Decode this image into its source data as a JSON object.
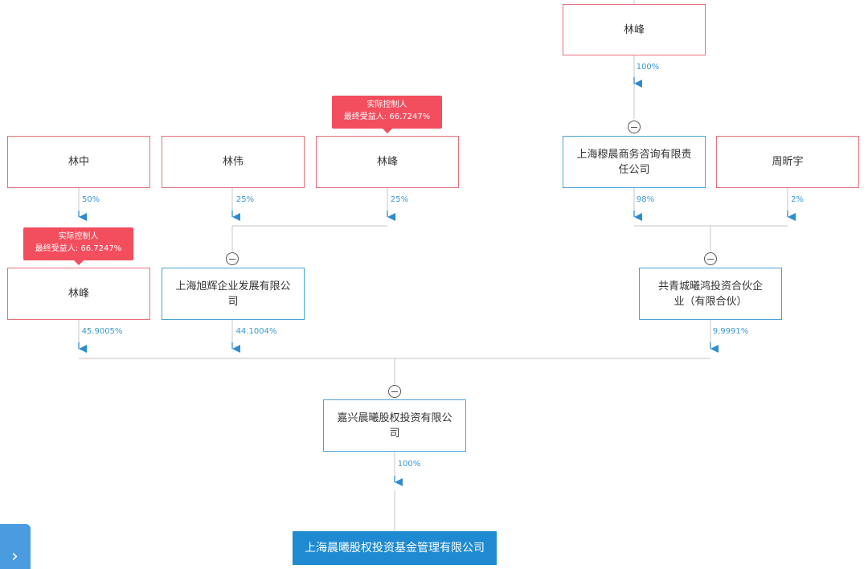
{
  "nodes": {
    "lin_feng_top": {
      "name": "林峰"
    },
    "lin_zhong": {
      "name": "林中"
    },
    "lin_wei": {
      "name": "林伟"
    },
    "lin_feng_mid": {
      "name": "林峰"
    },
    "shanghai_mu_chen": {
      "name": "上海穆晨商务咨询有限责任公司"
    },
    "zhou_xinyu": {
      "name": "周昕宇"
    },
    "lin_feng_left": {
      "name": "林峰"
    },
    "shanghai_xu_hui": {
      "name": "上海旭辉企业发展有限公司"
    },
    "gongqing_cheng": {
      "name": "共青城曦鸿投资合伙企业（有限合伙）"
    },
    "jiaxing_chen_xi": {
      "name": "嘉兴晨曦股权投资有限公司"
    },
    "target": {
      "name": "上海晨曦股权投资基金管理有限公司"
    }
  },
  "tags": {
    "tag_mid": {
      "line1": "实际控制人",
      "line2": "最终受益人: 66.7247%"
    },
    "tag_left": {
      "line1": "实际控制人",
      "line2": "最终受益人: 66.7247%"
    }
  },
  "edges": {
    "top_to_muchen": "100%",
    "linzhong_to_xuhui": "50%",
    "linwei_to_xuhui": "25%",
    "linfeng_to_xuhui": "25%",
    "muchen_to_gongqing": "98%",
    "zhou_to_gongqing": "2%",
    "linfeng_to_jiaxing": "45.9005%",
    "xuhui_to_jiaxing": "44.1004%",
    "gongqing_to_jiaxing": "9.9991%",
    "jiaxing_to_target": "100%"
  },
  "colors": {
    "person_border": "#e8707a",
    "company_border": "#4aa3d8",
    "target_fill": "#1f8ad1",
    "tag_fill": "#f24e5e",
    "arrow": "#2d8ad0",
    "line": "#d0d0d0"
  },
  "icons": {
    "collapse": "minus-circle-icon",
    "side_button": "chevron-right-icon"
  }
}
